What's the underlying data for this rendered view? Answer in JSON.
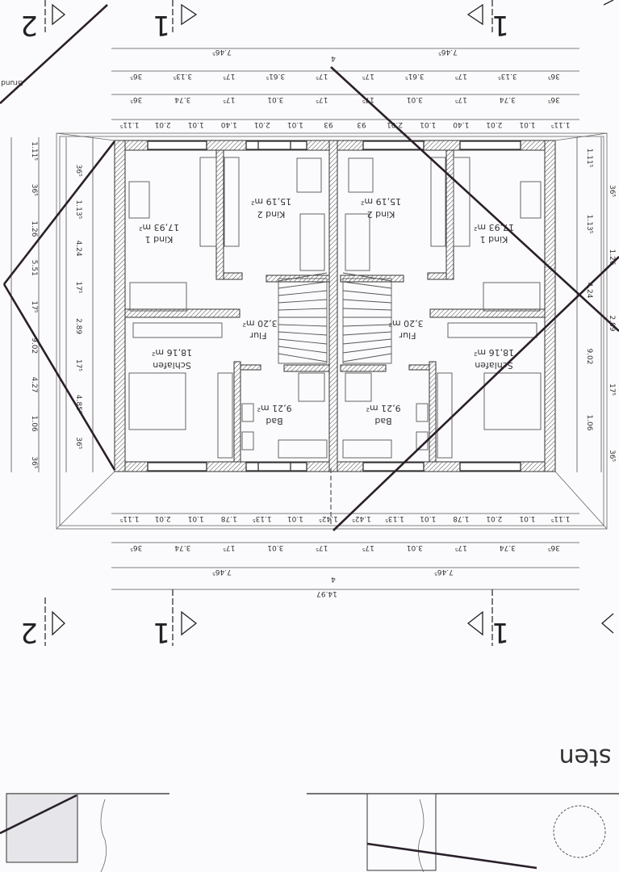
{
  "colors": {
    "paper": "#fbfbfd",
    "ink": "#333333",
    "overlay_lines": "#2a1f2a"
  },
  "rooms": {
    "kind1": {
      "name": "Kind 1",
      "area": "17,93 m²"
    },
    "kind2": {
      "name": "Kind 2",
      "area": "15,19 m²"
    },
    "schlafen": {
      "name": "Schlafen",
      "area": "18,16 m²"
    },
    "flur": {
      "name": "Flur",
      "area": "3,20 m²"
    },
    "bad": {
      "name": "Bad",
      "area": "9,21 m²"
    }
  },
  "dimensions": {
    "half_width": "7.46⁵",
    "total_width": "14.97",
    "top_row1": [
      "36⁵",
      "3.13⁵",
      "17⁵",
      "3.61⁵",
      "17⁵",
      "17⁵",
      "3.61⁵",
      "17⁵",
      "3.13⁵",
      "36⁵"
    ],
    "top_row2": [
      "36⁵",
      "3.74",
      "17⁵",
      "3.01",
      "17⁵",
      "17⁵",
      "3.01",
      "17⁵",
      "3.74",
      "36⁵"
    ],
    "top_row3": [
      "1.11⁵",
      "2.01",
      "1.01",
      "1.40",
      "2.01",
      "1.01",
      "93",
      "93",
      "2.01",
      "1.01",
      "1.40",
      "2.01",
      "1.01",
      "1.11⁵"
    ],
    "bottom_row1": [
      "1.11⁵",
      "2.01",
      "1.01",
      "1.78",
      "1.13⁵",
      "1.01",
      "1.42⁵",
      "1.42⁵",
      "1.13⁵",
      "1.01",
      "1.78",
      "2.01",
      "1.01",
      "1.11⁵"
    ],
    "bottom_row2": [
      "36⁵",
      "3.74",
      "17⁵",
      "3.01",
      "17⁵",
      "17⁵",
      "3.01",
      "17⁵",
      "3.74",
      "36⁵"
    ],
    "party_wall": "4",
    "left": [
      "1.11⁵",
      "36⁵",
      "36⁵",
      "1.13⁵",
      "1.26",
      "4.24",
      "5.51",
      "17⁵",
      "17⁵",
      "2.89",
      "9.02",
      "17⁵",
      "4.27",
      "4.85⁵",
      "1.06",
      "36⁵",
      "36⁵"
    ],
    "right": [
      "1.11⁵",
      "36⁵",
      "1.13⁵",
      "1.26",
      "4.24",
      "2.89",
      "9.02",
      "17⁵",
      "1.06",
      "36⁵"
    ]
  },
  "section_marks": {
    "one": "1",
    "two": "2"
  },
  "partial_heading": "sten",
  "partial_label": "Grund"
}
